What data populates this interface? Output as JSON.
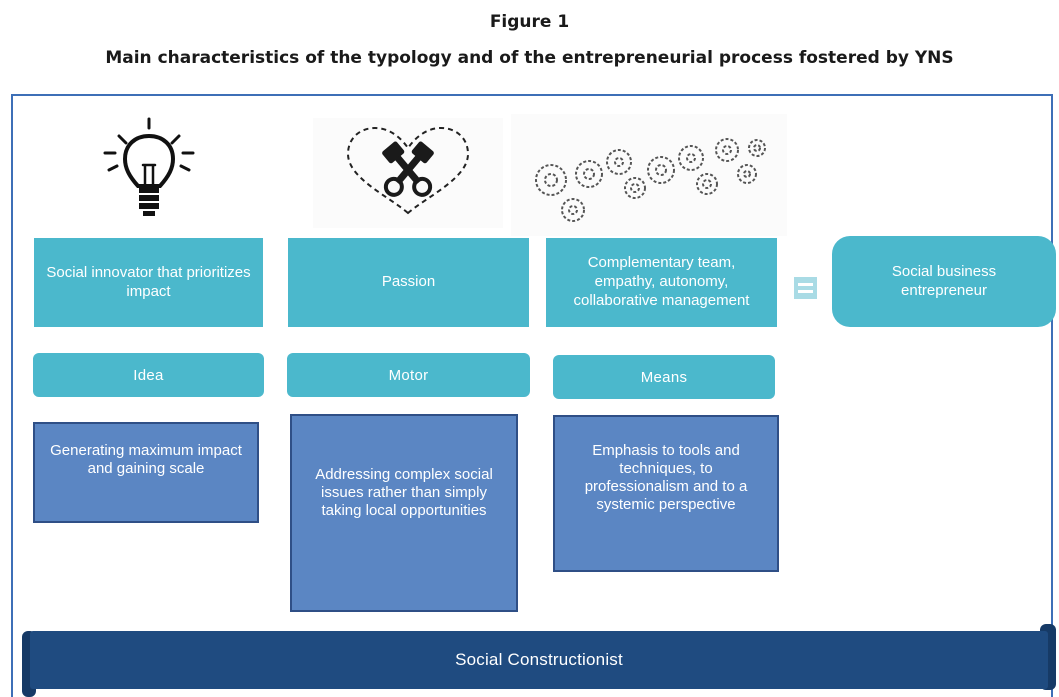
{
  "figure": {
    "number": "Figure 1",
    "title": "Main characteristics of the typology and of the entrepreneurial process fostered by YNS"
  },
  "icons": [
    "lightbulb-icon",
    "heart-pistons-icon",
    "gears-icon"
  ],
  "traits": [
    {
      "label": "Social innovator that prioritizes impact"
    },
    {
      "label": "Passion"
    },
    {
      "label": "Complementary team, empathy, autonomy, collaborative management"
    }
  ],
  "result": {
    "label": "Social business entrepreneur"
  },
  "roles": [
    {
      "label": "Idea"
    },
    {
      "label": "Motor"
    },
    {
      "label": "Means"
    }
  ],
  "details": [
    {
      "label": "Generating maximum impact and gaining scale"
    },
    {
      "label": "Addressing complex social issues rather than simply taking local opportunities"
    },
    {
      "label": "Emphasis to tools and techniques, to professionalism and to a systemic perspective"
    }
  ],
  "banner": {
    "label": "Social Constructionist"
  },
  "colors": {
    "teal": "#4bb8cc",
    "blue": "#5b86c3",
    "navy": "#1f4b80",
    "frame": "#3d6fb7"
  }
}
